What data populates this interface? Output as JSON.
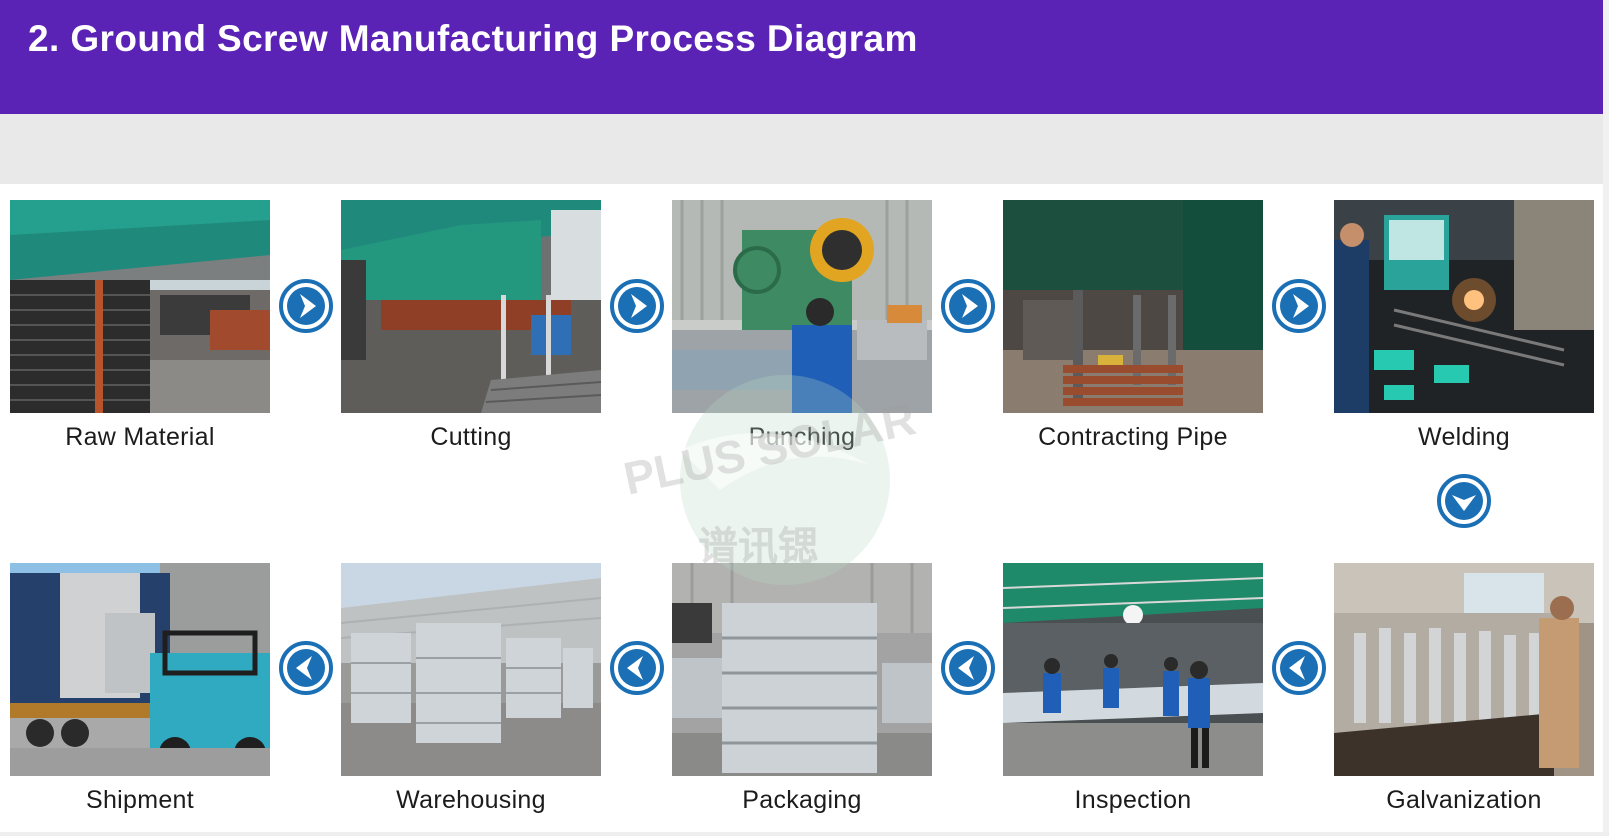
{
  "title": "2. Ground Screw Manufacturing Process Diagram",
  "colors": {
    "header": "#5b22b6",
    "arrow": "#1a6fb5",
    "band": "#e9e9ea"
  },
  "watermark": {
    "latin": "PLUS SOLAR",
    "cjk": "谱讯锶"
  },
  "steps": [
    {
      "label": "Raw Material",
      "photo": "factory-shed-pipes-photo"
    },
    {
      "label": "Cutting",
      "photo": "cutting-workshop-photo"
    },
    {
      "label": "Punching",
      "photo": "punch-press-photo"
    },
    {
      "label": "Contracting Pipe",
      "photo": "contracting-pipe-photo"
    },
    {
      "label": "Welding",
      "photo": "welding-photo"
    },
    {
      "label": "Galvanization",
      "photo": "galvanizing-bath-photo"
    },
    {
      "label": "Inspection",
      "photo": "inspection-workers-photo"
    },
    {
      "label": "Packaging",
      "photo": "packaged-screws-photo"
    },
    {
      "label": "Warehousing",
      "photo": "warehouse-stacks-photo"
    },
    {
      "label": "Shipment",
      "photo": "forklift-container-photo"
    }
  ],
  "arrows": [
    "right",
    "right",
    "right",
    "right",
    "down",
    "left",
    "left",
    "left",
    "left"
  ]
}
